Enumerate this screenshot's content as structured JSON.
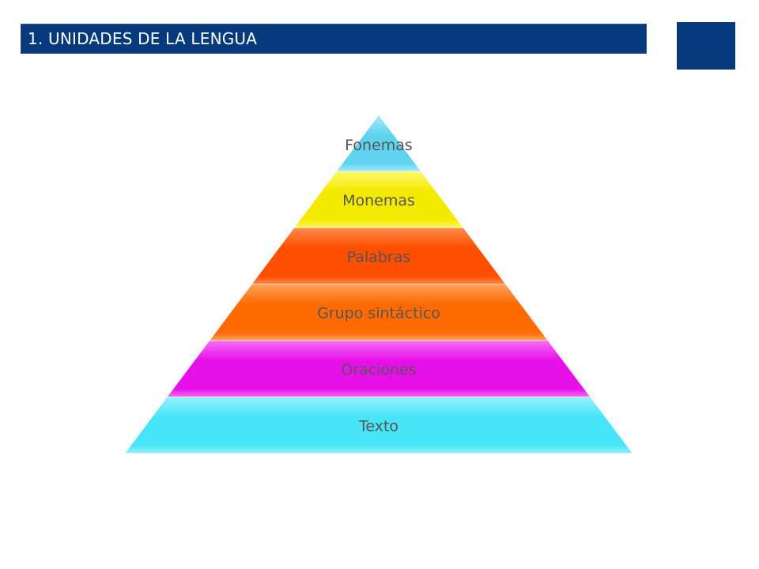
{
  "slide": {
    "title": "1. UNIDADES DE LA LENGUA"
  },
  "pyramid": {
    "layers": [
      {
        "label": "Fonemas",
        "color": "#5fd3ee",
        "light": "#a6ebfb"
      },
      {
        "label": "Monemas",
        "color": "#f4ea00",
        "light": "#fff86a"
      },
      {
        "label": "Palabras",
        "color": "#ff4f00",
        "light": "#ff8a4a"
      },
      {
        "label": "Grupo sintáctico",
        "color": "#ff6a00",
        "light": "#ffa25a"
      },
      {
        "label": "Oraciones",
        "color": "#e810e8",
        "light": "#f56cf5"
      },
      {
        "label": "Texto",
        "color": "#47e5f7",
        "light": "#94f2fc"
      }
    ]
  },
  "colors": {
    "title_bar": "#073a7d",
    "title_text": "#ffffff",
    "label_text": "#555555"
  }
}
